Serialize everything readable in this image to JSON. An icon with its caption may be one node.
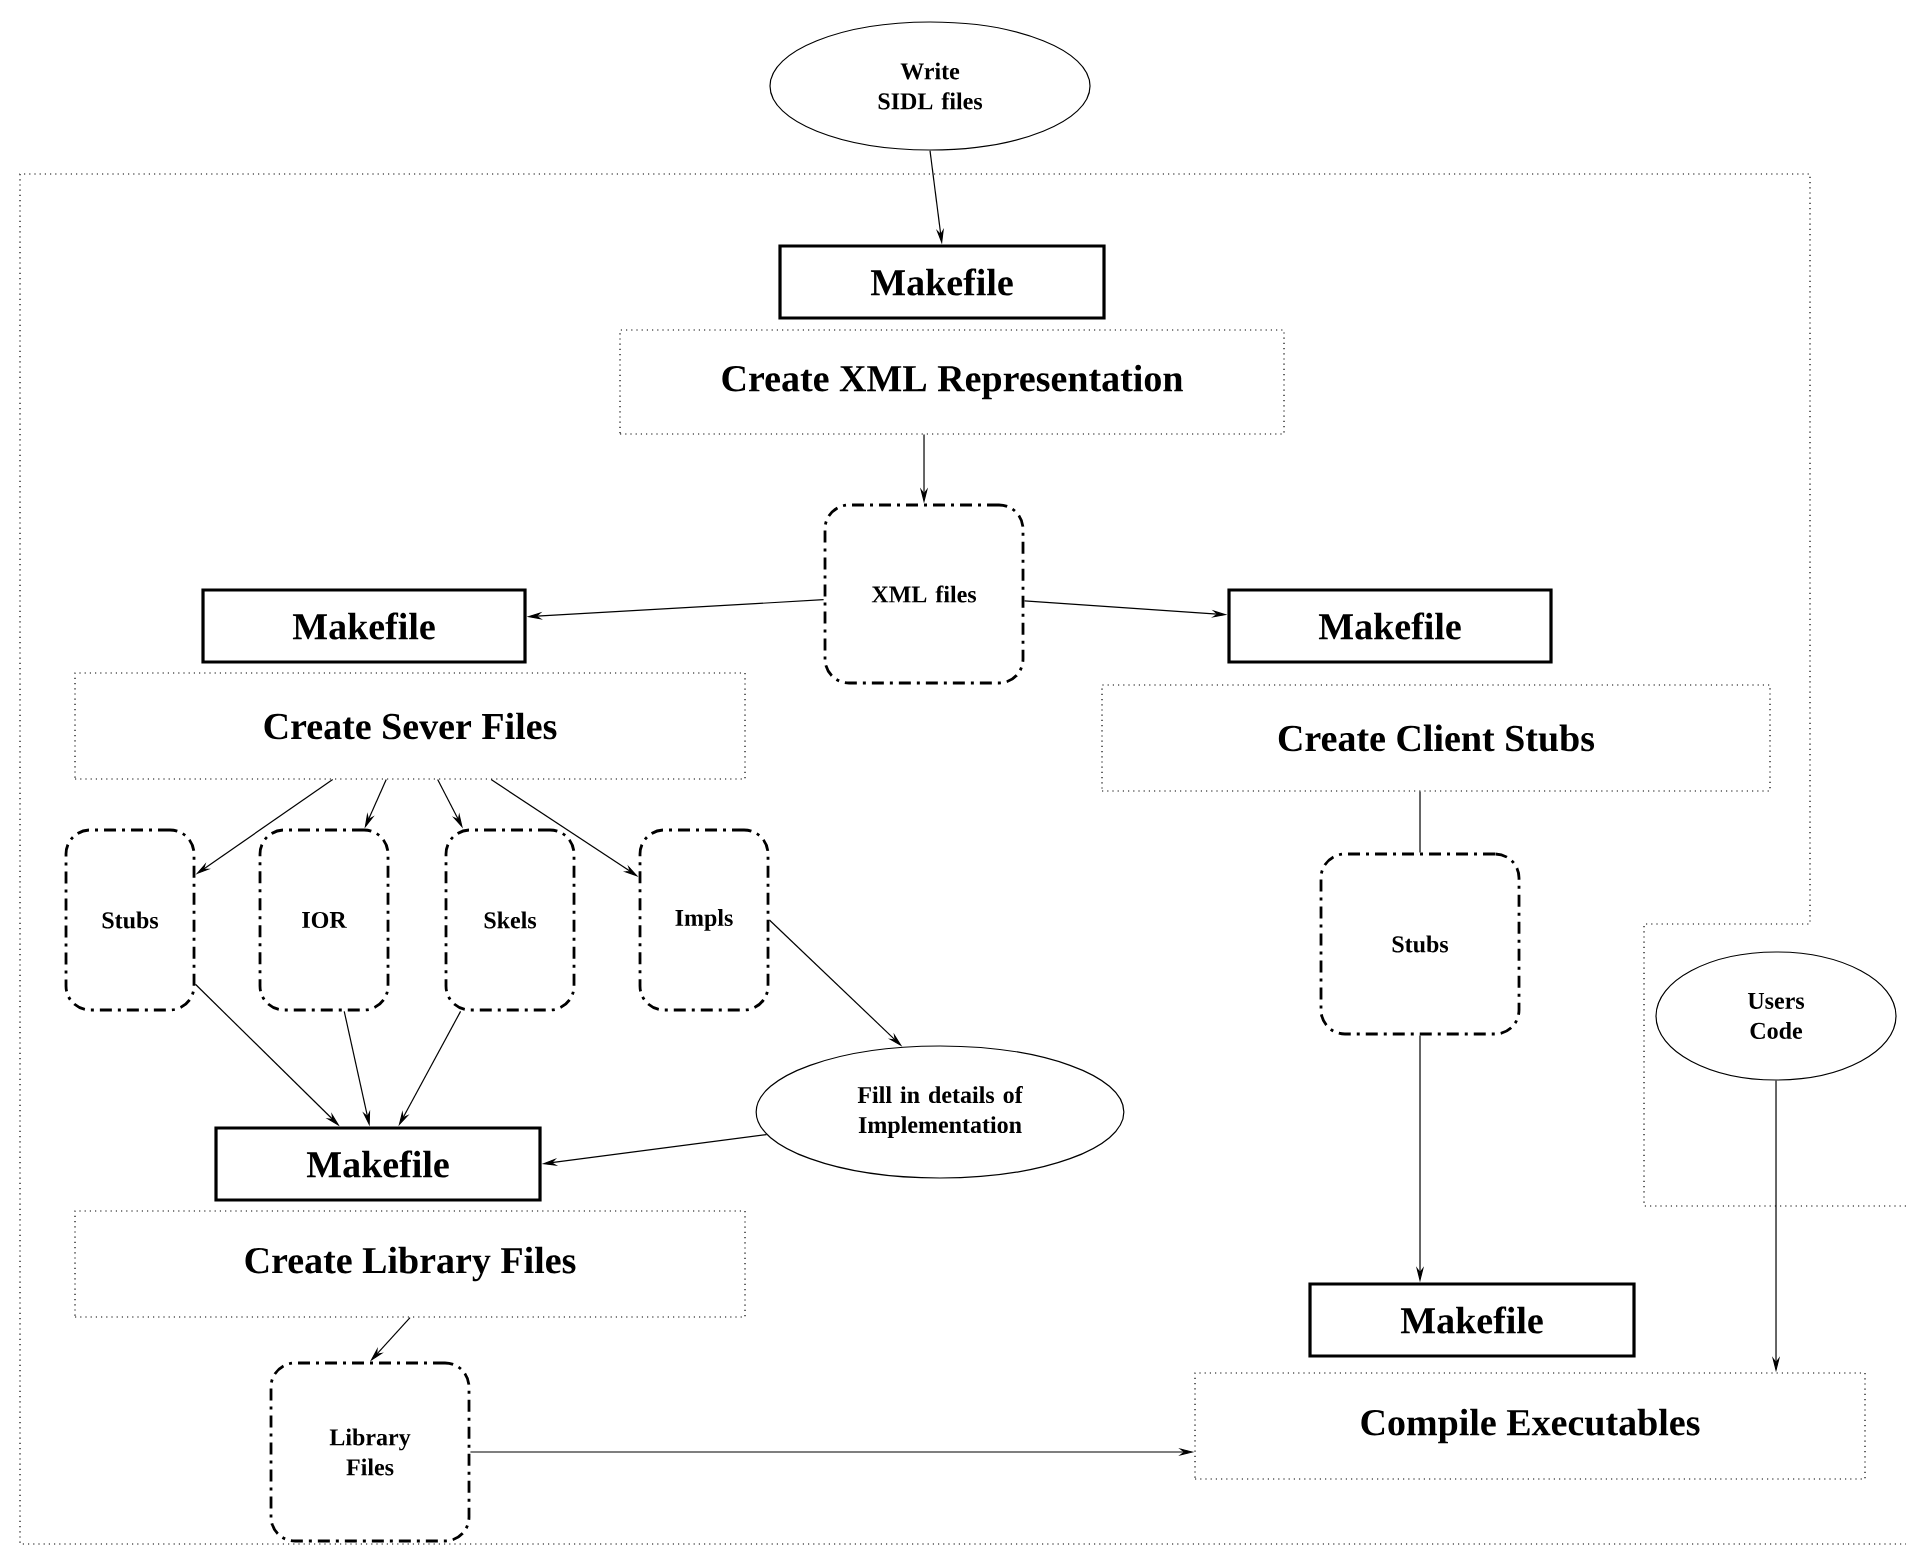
{
  "diagram": {
    "nodes": [
      {
        "text": [
          "Write SIDL files"
        ]
      },
      {
        "text": [
          "Makefile"
        ]
      },
      {
        "text": [
          "Create XML Representation"
        ]
      },
      {
        "text": [
          "XML files"
        ]
      },
      {
        "text": [
          "Makefile"
        ]
      },
      {
        "text": [
          "Makefile"
        ]
      },
      {
        "text": [
          "Create Sever Files"
        ]
      },
      {
        "text": [
          "Create Client Stubs"
        ]
      },
      {
        "text": [
          "Stubs"
        ]
      },
      {
        "text": [
          "IOR"
        ]
      },
      {
        "text": [
          "Skels"
        ]
      },
      {
        "text": [
          "Impls"
        ]
      },
      {
        "text": [
          "Stubs"
        ]
      },
      {
        "text": [
          "Users Code"
        ]
      },
      {
        "text": [
          "Fill in details of Implementation"
        ]
      },
      {
        "text": [
          "Makefile"
        ]
      },
      {
        "text": [
          "Create Library Files"
        ]
      },
      {
        "text": [
          "Makefile"
        ]
      },
      {
        "text": [
          "Library Files"
        ]
      },
      {
        "text": [
          "Compile Executables"
        ]
      }
    ],
    "edges": [
      {
        "from": 0,
        "to": 1,
        "arrow": "to"
      },
      {
        "from": 2,
        "to": 3,
        "arrow": "to"
      },
      {
        "from": 3,
        "to": 4,
        "arrow": "to"
      },
      {
        "from": 3,
        "to": 5,
        "arrow": "to"
      },
      {
        "from": 6,
        "to": 8,
        "arrow": "to"
      },
      {
        "from": 6,
        "to": 9,
        "arrow": "to"
      },
      {
        "from": 6,
        "to": 10,
        "arrow": "to"
      },
      {
        "from": 6,
        "to": 11,
        "arrow": "to"
      },
      {
        "from": 7,
        "to": 12,
        "arrow": "none"
      },
      {
        "from": 8,
        "to": 15,
        "arrow": "to"
      },
      {
        "from": 9,
        "to": 15,
        "arrow": "to"
      },
      {
        "from": 10,
        "to": 15,
        "arrow": "to"
      },
      {
        "from": 11,
        "to": 14,
        "arrow": "to"
      },
      {
        "from": 14,
        "to": 15,
        "arrow": "to"
      },
      {
        "from": 12,
        "to": 17,
        "arrow": "to"
      },
      {
        "from": 16,
        "to": 18,
        "arrow": "to"
      },
      {
        "from": 18,
        "to": 19,
        "arrow": "to"
      },
      {
        "from": 13,
        "to": 19,
        "arrow": "to"
      }
    ]
  }
}
